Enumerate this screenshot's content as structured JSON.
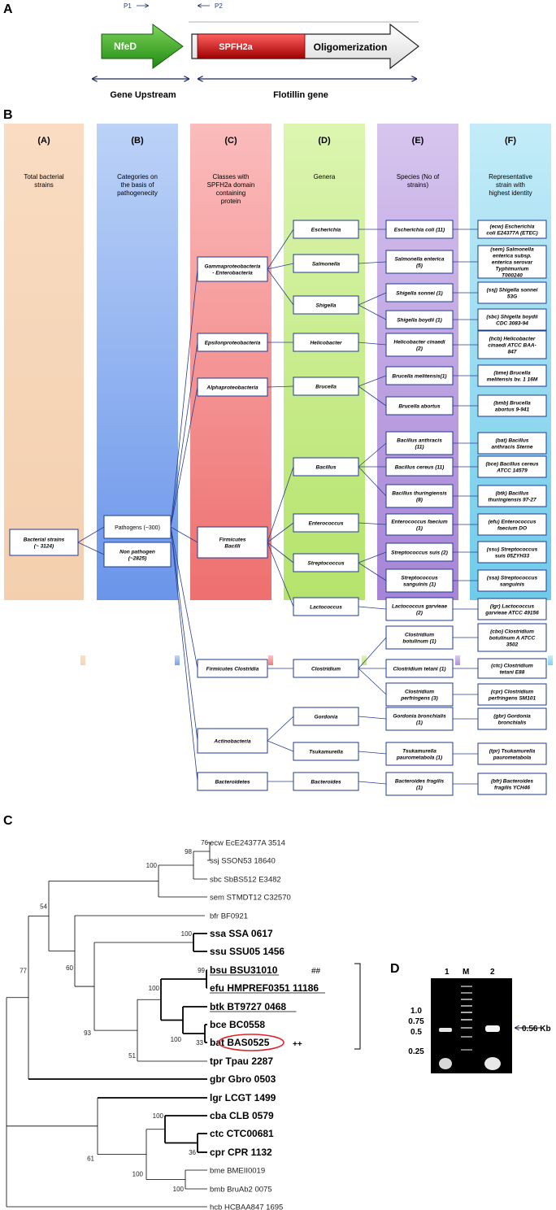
{
  "panel_labels": {
    "a": "A",
    "b": "B",
    "c": "C",
    "d": "D"
  },
  "panel_a": {
    "primer1": "P1",
    "primer2": "P2",
    "gene1": "NfeD",
    "gene2": "SPFH2a",
    "gene3": "Oligomerization",
    "label_upstream": "Gene Upstream",
    "label_flotillin": "Flotillin gene",
    "colors": {
      "nfed": "#2e9e1a",
      "spfh": "#cc1010"
    }
  },
  "panel_b": {
    "columns": [
      {
        "letter": "(A)",
        "title": [
          "Total bacterial",
          "strains"
        ],
        "color": "#f7d9bd"
      },
      {
        "letter": "(B)",
        "title": [
          "Categories on",
          "the basis of",
          "pathogenecity"
        ],
        "color": "#8fb3f0"
      },
      {
        "letter": "(C)",
        "title": [
          "Classes with",
          "SPFH2a domain",
          "containing",
          "protein"
        ],
        "color": "#f59a9a"
      },
      {
        "letter": "(D)",
        "title": [
          "Genera"
        ],
        "color": "#c7eb8a"
      },
      {
        "letter": "(E)",
        "title": [
          "Species (No of",
          "strains)"
        ],
        "color": "#c3a9e0"
      },
      {
        "letter": "(F)",
        "title": [
          "Representative",
          "strain with",
          "highest identity"
        ],
        "color": "#9edff0"
      }
    ],
    "bacterial": [
      "Bacterial strains",
      "(~ 3124)"
    ],
    "pathogens": "Pathogens (~300)",
    "non_pathogen": [
      "Non pathogen",
      "(~2825)"
    ],
    "classes": [
      [
        "Gammaproteobacteria",
        "- Enterobacteria"
      ],
      [
        "Epsilonproteobacteria"
      ],
      [
        "Alphaproteobacteria"
      ],
      [
        "Firmicutes",
        "Bacilli"
      ],
      [
        "Firmicutes Clostridia"
      ],
      [
        "Actinobacteria"
      ],
      [
        "Bacteroidetes"
      ]
    ],
    "genera": [
      "Escherichia",
      "Salmonella",
      "Shigella",
      "Helicobacter",
      "Brucella",
      "Bacillus",
      "Enterococcus",
      "Streptococcus",
      "Lactococcus",
      "Clostridium",
      "Gordonia",
      "Tsukamurella",
      "Bacteroides"
    ],
    "species": [
      [
        "Escherichia coli (11)"
      ],
      [
        "Salmonella enterica",
        "(5)"
      ],
      [
        "Shigella sonnei (1)"
      ],
      [
        "Shigella boydii (1)"
      ],
      [
        "Helicobacter cinaedi",
        "(2)"
      ],
      [
        "Brucella melitensis(1)"
      ],
      [
        "Brucella abortus"
      ],
      [
        "Bacillus anthracis",
        "(11)"
      ],
      [
        "Bacillus cereus (11)"
      ],
      [
        "Bacillus thuringiensis",
        "(8)"
      ],
      [
        "Enterococcus faecium",
        "(1)"
      ],
      [
        "Streptococcus suis (2)"
      ],
      [
        "Streptococcus",
        "sanguinis (1)"
      ],
      [
        "Lactococcus garvieae",
        "(2)"
      ],
      [
        "Clostridium",
        "botulinum (1)"
      ],
      [
        "Clostridium tetani (1)"
      ],
      [
        "Clostridium",
        "perfringens (3)"
      ],
      [
        "Gordonia bronchialis",
        "(1)"
      ],
      [
        "Tsukamurella",
        "paurometabola (1)"
      ],
      [
        "Bacteroides fragilis",
        "(1)"
      ]
    ],
    "strains": [
      [
        "(ecw) Escherichia",
        "coli E24377A (ETEC)"
      ],
      [
        "(sem) Salmonella",
        "enterica subsp.",
        "enterica serovar",
        "Typhimurium",
        "T000240"
      ],
      [
        "(ssj) Shigella sonnei",
        "53G"
      ],
      [
        "(sbc) Shigella boydii",
        "CDC 3083-94"
      ],
      [
        "(hcb) Helicobacter",
        "cinaedi ATCC BAA-",
        "847"
      ],
      [
        "(bme) Brucella",
        "melitensis bv. 1 16M"
      ],
      [
        "(bmb) Brucella",
        "abortus 9-941"
      ],
      [
        "(bat) Bacillus",
        "anthracis Sterne"
      ],
      [
        "(bce) Bacillus cereus",
        "ATCC 14579"
      ],
      [
        "(btk) Bacillus",
        "thuringiensis 97-27"
      ],
      [
        "(efu) Enterococcus",
        "faecium DO"
      ],
      [
        "(ssu) Streptococcus",
        "suis 05ZYH33"
      ],
      [
        "(ssa) Streptococcus",
        "sanguinis"
      ],
      [
        "(lgr) Lactococcus",
        "garvieae ATCC 49156"
      ],
      [
        "(cbo) Clostridium",
        "botulinum A ATCC",
        "3502"
      ],
      [
        "(ctc) Clostridium",
        "tetani E88"
      ],
      [
        "(cpr) Clostridium",
        "perfringens SM101"
      ],
      [
        "(gbr) Gordonia",
        "bronchialis"
      ],
      [
        "(tpr) Tsukamurella",
        "paurometabola"
      ],
      [
        "(bfr) Bacteroides",
        "fragilis YCH46"
      ]
    ]
  },
  "panel_c": {
    "leaves": [
      {
        "id": "ecw",
        "label": "ecw EcE24377A 3514",
        "style": "small"
      },
      {
        "id": "ssj",
        "label": "ssj SSON53 18640",
        "style": "small"
      },
      {
        "id": "sbc",
        "label": "sbc SbBS512 E3482",
        "style": "small"
      },
      {
        "id": "sem",
        "label": "sem STMDT12 C32570",
        "style": "small"
      },
      {
        "id": "bfr",
        "label": "bfr BF0921",
        "style": "small"
      },
      {
        "id": "ssa",
        "label": "ssa SSA 0617",
        "style": "big"
      },
      {
        "id": "ssu",
        "label": "ssu SSU05 1456",
        "style": "big"
      },
      {
        "id": "bsu",
        "label": "bsu BSU31010",
        "style": "big"
      },
      {
        "id": "efu",
        "label": "efu HMPREF0351 11186",
        "style": "big"
      },
      {
        "id": "btk",
        "label": "btk BT9727 0468",
        "style": "big"
      },
      {
        "id": "bce",
        "label": "bce BC0558",
        "style": "big"
      },
      {
        "id": "bat",
        "label": "bat BAS0525",
        "style": "big"
      },
      {
        "id": "tpr",
        "label": "tpr Tpau 2287",
        "style": "big"
      },
      {
        "id": "gbr",
        "label": "gbr Gbro 0503",
        "style": "big"
      },
      {
        "id": "lgr",
        "label": "lgr LCGT 1499",
        "style": "big"
      },
      {
        "id": "cba",
        "label": "cba CLB 0579",
        "style": "big"
      },
      {
        "id": "ctc",
        "label": "ctc CTC00681",
        "style": "big"
      },
      {
        "id": "cpr",
        "label": "cpr CPR 1132",
        "style": "big"
      },
      {
        "id": "bme",
        "label": "bme BMEII0019",
        "style": "small"
      },
      {
        "id": "bmb",
        "label": "bmb BruAb2 0075",
        "style": "small"
      },
      {
        "id": "hcb",
        "label": "hcb HCBAA847 1695",
        "style": "small"
      }
    ],
    "bootstraps": [
      "76",
      "98",
      "100",
      "54",
      "60",
      "100",
      "93",
      "100",
      "99",
      "100",
      "51",
      "33",
      "77",
      "61",
      "100",
      "100",
      "36",
      "100",
      "100"
    ],
    "mark_bsu": "##",
    "mark_bat": "++"
  },
  "panel_d": {
    "lanes": [
      "1",
      "M",
      "2"
    ],
    "ladder": [
      "1.0",
      "0.75",
      "0.5",
      "0.25"
    ],
    "band_label": "0.56 Kb"
  }
}
